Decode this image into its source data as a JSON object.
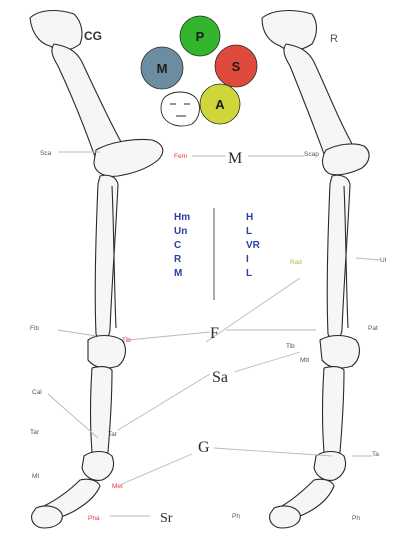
{
  "views": {
    "left": "CG",
    "right": "R"
  },
  "circles": [
    {
      "key": "green",
      "letter": "P",
      "color": "#33b52e"
    },
    {
      "key": "red",
      "letter": "S",
      "color": "#e04a3c"
    },
    {
      "key": "yellow",
      "letter": "A",
      "color": "#cfd63a"
    },
    {
      "key": "blue",
      "letter": "M",
      "color": "#6c8da0"
    }
  ],
  "center_list": {
    "left": [
      "Hm",
      "Un",
      "C",
      "R",
      "M"
    ],
    "right": [
      "H",
      "L",
      "VR",
      "I",
      "L"
    ],
    "color": "#2a3fa8"
  },
  "letters": {
    "M": "M",
    "F": "F",
    "Sa": "Sa",
    "G": "G",
    "Sr": "Sr"
  },
  "small_labels": {
    "left_top": "Sca",
    "fem": "Fem",
    "right_top": "Scap",
    "right_mid": "Rad",
    "right_far": "Ul",
    "tib": "Tib",
    "fib": "Fib",
    "right_knee": "Pat",
    "right_knee_b": "Tib",
    "tar": "Tar",
    "mtt": "Mtt",
    "lg1": "Cal",
    "lg2": "Tar",
    "lg3": "Mt",
    "met": "Met",
    "pha": "Pha",
    "right_bottom": "Ph",
    "right_hock": "Ta",
    "bottom_mid": "Ph"
  },
  "colors": {
    "red_label": "#e0373c",
    "bone_stroke": "#2a2a2a",
    "leader": "#b9b9b9",
    "yellow_label": "#b2bd3c"
  }
}
